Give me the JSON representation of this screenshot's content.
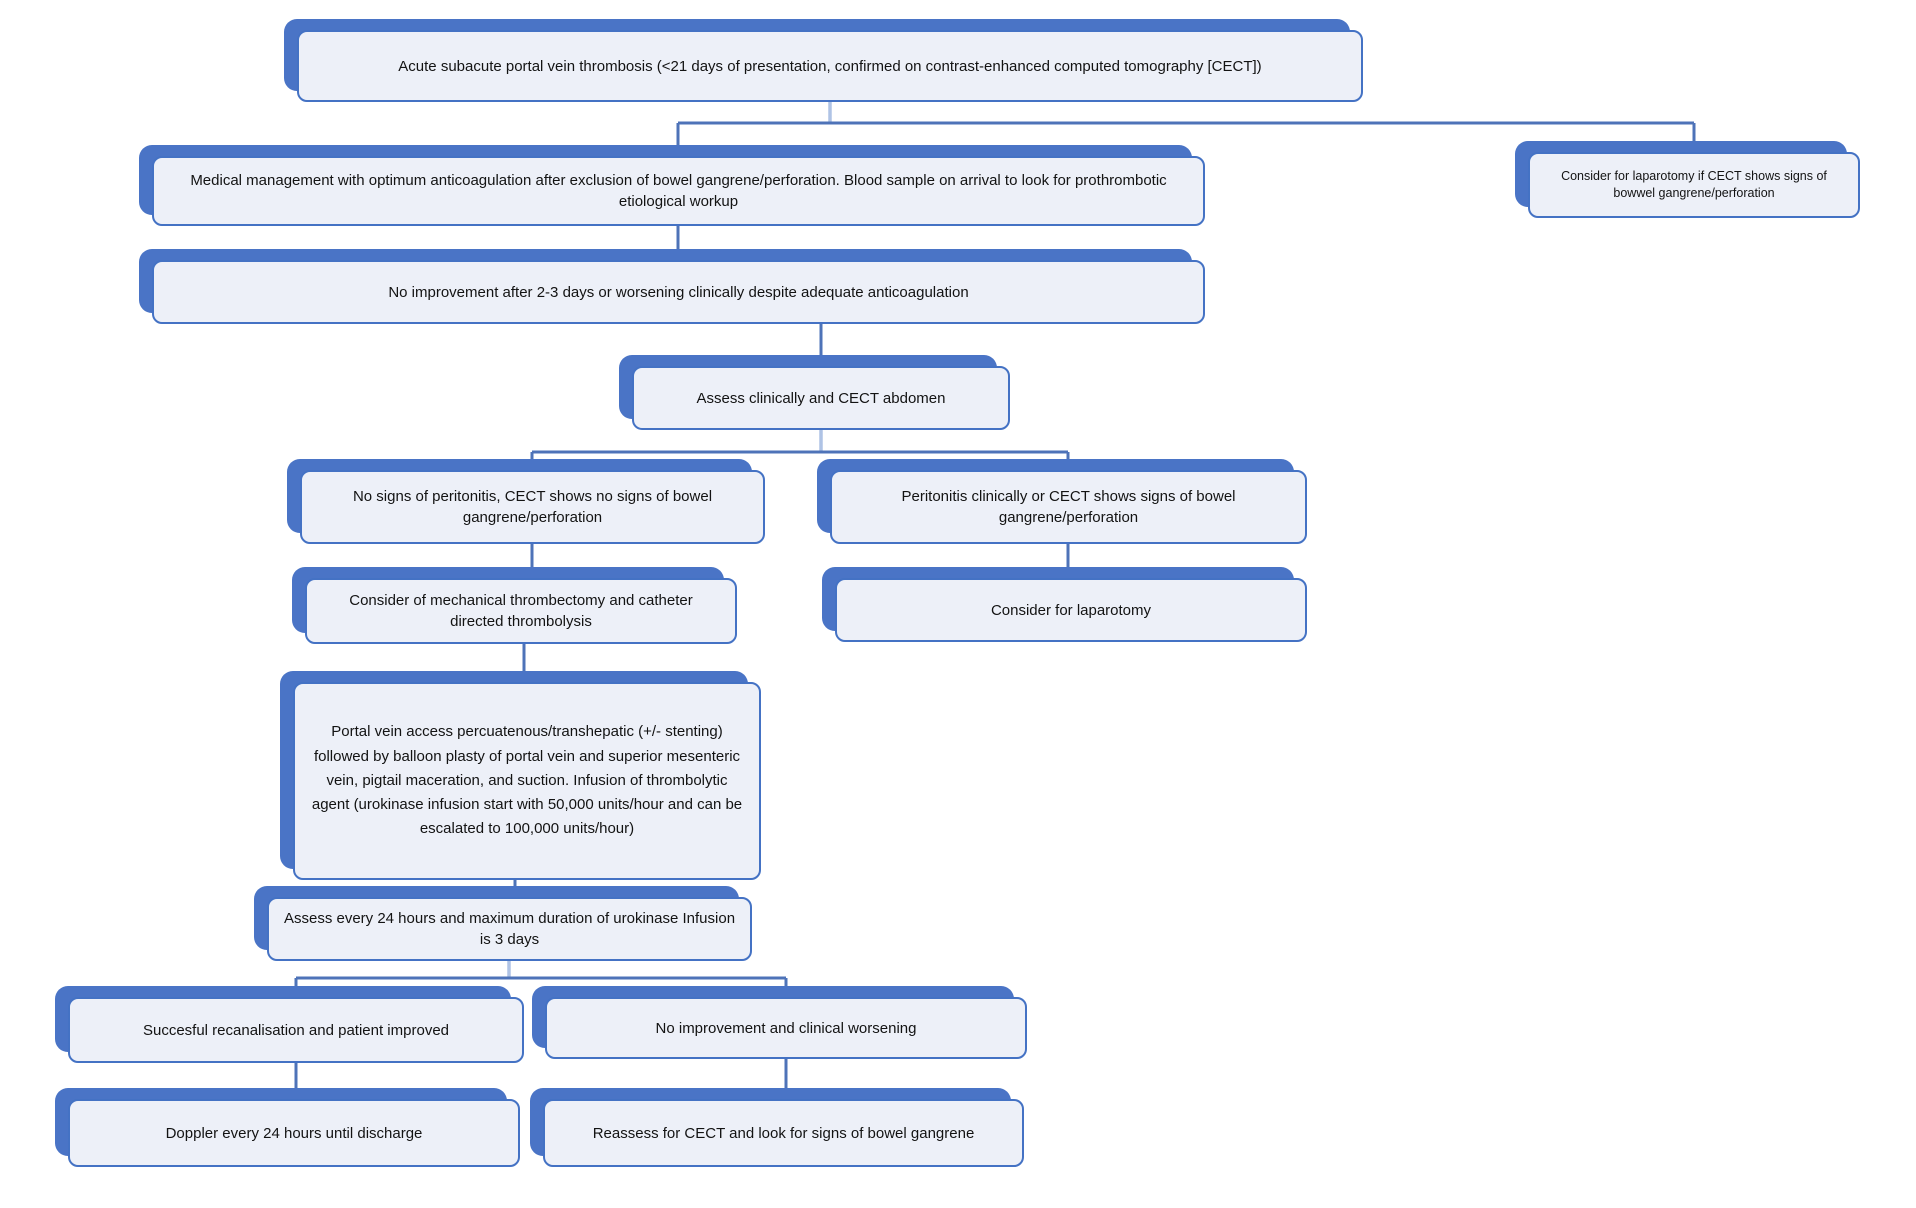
{
  "diagram": {
    "type": "flowchart",
    "subject": "Management algorithm for acute subacute portal vein thrombosis",
    "colors": {
      "node_shadow": "#4a74c6",
      "node_border": "#4472c4",
      "node_fill": "#edf0f8",
      "connector_dark": "#4e73b8",
      "connector_light": "#afc3e5",
      "text": "#131313",
      "background": "#ffffff"
    },
    "nodes": [
      {
        "id": "acute-pvt",
        "text": "Acute subacute portal vein thrombosis (<21 days of presentation, confirmed on contrast-enhanced computed tomography [CECT])"
      },
      {
        "id": "medical-management",
        "text": "Medical management with optimum anticoagulation after exclusion of bowel gangrene/perforation. Blood sample on arrival to look for prothrombotic  etiological workup"
      },
      {
        "id": "laparotomy-if-cect",
        "text": "Consider for laparotomy if CECT shows signs of bowwel gangrene/perforation"
      },
      {
        "id": "no-improvement-2-3-days",
        "text": "No improvement after 2-3 days or worsening clinically despite adequate anticoagulation"
      },
      {
        "id": "assess-cect-abdomen",
        "text": "Assess clinically and CECT abdomen"
      },
      {
        "id": "no-peritonitis",
        "text": "No signs of peritonitis, CECT shows no signs of bowel gangrene/perforation"
      },
      {
        "id": "peritonitis",
        "text": "Peritonitis clinically or CECT shows signs of bowel gangrene/perforation"
      },
      {
        "id": "mechanical-thrombectomy",
        "text": "Consider of mechanical thrombectomy and catheter directed thrombolysis"
      },
      {
        "id": "consider-laparotomy",
        "text": "Consider for laparotomy"
      },
      {
        "id": "portal-vein-access",
        "text": "Portal vein access percuatenous/transhepatic (+/- stenting) followed by balloon plasty of portal vein and superior mesenteric vein, pigtail maceration, and suction.  Infusion of thrombolytic agent (urokinase infusion start with 50,000 units/hour and can be escalated to 100,000 units/hour)"
      },
      {
        "id": "assess-24h",
        "text": "Assess every 24 hours and maximum duration of urokinase Infusion is 3 days"
      },
      {
        "id": "successful-recanalisation",
        "text": "Succesful recanalisation and patient improved"
      },
      {
        "id": "no-improvement-worsening",
        "text": "No improvement and clinical worsening"
      },
      {
        "id": "doppler-24h",
        "text": "Doppler every 24 hours until discharge"
      },
      {
        "id": "reassess-cect",
        "text": "Reassess for CECT and look for signs of bowel gangrene"
      }
    ],
    "edges": [
      {
        "from": "acute-pvt",
        "to": "medical-management"
      },
      {
        "from": "acute-pvt",
        "to": "laparotomy-if-cect"
      },
      {
        "from": "medical-management",
        "to": "no-improvement-2-3-days"
      },
      {
        "from": "no-improvement-2-3-days",
        "to": "assess-cect-abdomen"
      },
      {
        "from": "assess-cect-abdomen",
        "to": "no-peritonitis"
      },
      {
        "from": "assess-cect-abdomen",
        "to": "peritonitis"
      },
      {
        "from": "no-peritonitis",
        "to": "mechanical-thrombectomy"
      },
      {
        "from": "peritonitis",
        "to": "consider-laparotomy"
      },
      {
        "from": "mechanical-thrombectomy",
        "to": "portal-vein-access"
      },
      {
        "from": "portal-vein-access",
        "to": "assess-24h"
      },
      {
        "from": "assess-24h",
        "to": "successful-recanalisation"
      },
      {
        "from": "assess-24h",
        "to": "no-improvement-worsening"
      },
      {
        "from": "successful-recanalisation",
        "to": "doppler-24h"
      },
      {
        "from": "no-improvement-worsening",
        "to": "reassess-cect"
      }
    ]
  }
}
